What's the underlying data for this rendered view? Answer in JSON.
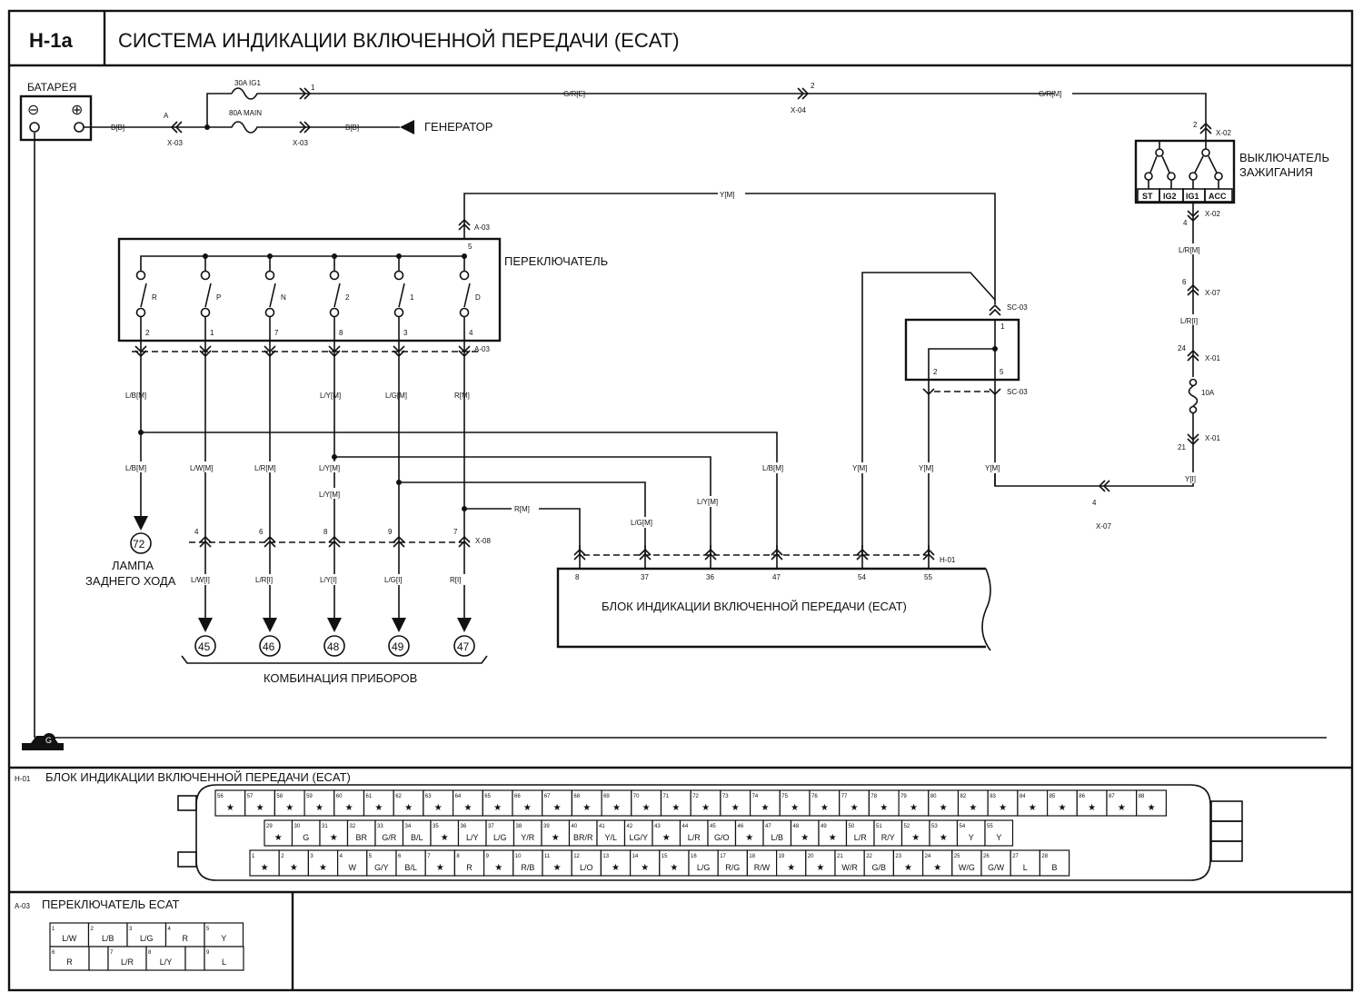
{
  "header": {
    "code": "H-1a",
    "title": "СИСТЕМА ИНДИКАЦИИ ВКЛЮЧЕННОЙ ПЕРЕДАЧИ (ECAT)"
  },
  "power": {
    "battery_label": "БАТАРЕЯ",
    "battery_neg": "⊖",
    "battery_pos": "⊕",
    "wire_bb_1": "B[B]",
    "wire_bb_2": "B[B]",
    "conn_a": "A",
    "conn_x03_1": "X-03",
    "conn_x03_2": "X-03",
    "fuse_ig1": "30A IG1",
    "fuse_main": "80A MAIN",
    "pin_1": "1",
    "generator_label": "ГЕНЕРАТОР",
    "wire_gre": "G/R[E]",
    "pin_2": "2",
    "conn_x04": "X-04",
    "wire_grm": "G/R[M]"
  },
  "ignition": {
    "pin_top": "2",
    "conn_top": "X-02",
    "label_line1": "ВЫКЛЮЧАТЕЛЬ",
    "label_line2": "ЗАЖИГАНИЯ",
    "positions": [
      "ST",
      "IG2",
      "IG1",
      "ACC"
    ],
    "pin_bottom": "4",
    "conn_bottom": "X-02",
    "wire_lrm": "L/R[M]",
    "pin_x07": "6",
    "conn_x07": "X-07",
    "wire_lri": "L/R[I]",
    "pin_x01_a": "24",
    "conn_x01_a": "X-01",
    "fuse_10a": "10A",
    "pin_x01_b": "21",
    "conn_x01_b": "X-01",
    "wire_yi": "Y[I]",
    "pin_x07_b": "4",
    "conn_x07_b": "X-07"
  },
  "switch": {
    "label": "ПЕРЕКЛЮЧАТЕЛЬ",
    "conn_top": "A-03",
    "pin_top": "5",
    "wire_top": "Y[M]",
    "conn_bottom": "A-03",
    "contacts": [
      {
        "name": "R",
        "pin": "2"
      },
      {
        "name": "P",
        "pin": "1"
      },
      {
        "name": "N",
        "pin": "7"
      },
      {
        "name": "2",
        "pin": "8"
      },
      {
        "name": "1",
        "pin": "3"
      },
      {
        "name": "D",
        "pin": "4"
      }
    ],
    "wires_upper": [
      "L/B[M]",
      "",
      "",
      "L/Y[M]",
      "L/G[M]",
      "R[M]"
    ]
  },
  "cluster": {
    "wires_mid": [
      "L/B[M]",
      "L/W[M]",
      "L/R[M]",
      "L/Y[M]",
      "",
      ""
    ],
    "conn_x08": "X-08",
    "pins_x08": [
      "4",
      "6",
      "8",
      "9",
      "7"
    ],
    "wires_lower": [
      "L/W[I]",
      "L/R[I]",
      "L/Y[I]",
      "L/G[I]",
      "R[I]"
    ],
    "refs": [
      "45",
      "46",
      "48",
      "49",
      "47"
    ],
    "label": "КОМБИНАЦИЯ ПРИБОРОВ",
    "lamp_ref": "72",
    "lamp_line1": "ЛАМПА",
    "lamp_line2": "ЗАДНЕГО ХОДА"
  },
  "sensor": {
    "conn_top": "SC-03",
    "conn_bottom": "SC-03",
    "pin_1": "1",
    "pin_2": "2",
    "pin_5": "5"
  },
  "ecat_unit": {
    "label": "БЛОК ИНДИКАЦИИ ВКЛЮЧЕННОЙ ПЕРЕДАЧИ (ECAT)",
    "conn": "H-01",
    "pins": [
      "8",
      "37",
      "36",
      "47",
      "54",
      "55"
    ],
    "wire_rm": "R[M]",
    "wire_lgm": "L/G[M]",
    "wire_lym": "L/Y[M]",
    "wire_lbm": "L/B[M]",
    "wire_ym": [
      "Y[M]",
      "Y[M]",
      "Y[M]"
    ]
  },
  "ground": {
    "label": "G"
  },
  "h01_connector": {
    "code": "H-01",
    "title": "БЛОК ИНДИКАЦИИ ВКЛЮЧЕННОЙ ПЕРЕДАЧИ (ECAT)",
    "row_top": [
      [
        "56",
        "★"
      ],
      [
        "57",
        "★"
      ],
      [
        "58",
        "★"
      ],
      [
        "59",
        "★"
      ],
      [
        "60",
        "★"
      ],
      [
        "61",
        "★"
      ],
      [
        "62",
        "★"
      ],
      [
        "63",
        "★"
      ],
      [
        "64",
        "★"
      ],
      [
        "65",
        "★"
      ],
      [
        "66",
        "★"
      ],
      [
        "67",
        "★"
      ],
      [
        "68",
        "★"
      ],
      [
        "69",
        "★"
      ],
      [
        "70",
        "★"
      ],
      [
        "71",
        "★"
      ],
      [
        "72",
        "★"
      ],
      [
        "73",
        "★"
      ],
      [
        "74",
        "★"
      ],
      [
        "75",
        "★"
      ],
      [
        "76",
        "★"
      ],
      [
        "77",
        "★"
      ],
      [
        "78",
        "★"
      ],
      [
        "79",
        "★"
      ],
      [
        "80",
        "★"
      ],
      [
        "82",
        "★"
      ],
      [
        "83",
        "★"
      ],
      [
        "84",
        "★"
      ],
      [
        "85",
        "★"
      ],
      [
        "86",
        "★"
      ],
      [
        "87",
        "★"
      ],
      [
        "88",
        "★"
      ]
    ],
    "row_mid": [
      [
        "29",
        "★"
      ],
      [
        "30",
        "G"
      ],
      [
        "31",
        "★"
      ],
      [
        "32",
        "BR"
      ],
      [
        "33",
        "G/R"
      ],
      [
        "34",
        "B/L"
      ],
      [
        "35",
        "★"
      ],
      [
        "36",
        "L/Y"
      ],
      [
        "37",
        "L/G"
      ],
      [
        "38",
        "Y/R"
      ],
      [
        "39",
        "★"
      ],
      [
        "40",
        "BR/R"
      ],
      [
        "41",
        "Y/L"
      ],
      [
        "42",
        "LG/Y"
      ],
      [
        "43",
        "★"
      ],
      [
        "44",
        "L/R"
      ],
      [
        "45",
        "G/O"
      ],
      [
        "46",
        "★"
      ],
      [
        "47",
        "L/B"
      ],
      [
        "48",
        "★"
      ],
      [
        "49",
        "★"
      ],
      [
        "50",
        "L/R"
      ],
      [
        "51",
        "R/Y"
      ],
      [
        "52",
        "★"
      ],
      [
        "53",
        "★"
      ],
      [
        "54",
        "Y"
      ],
      [
        "55",
        "Y"
      ]
    ],
    "row_bot": [
      [
        "1",
        "★"
      ],
      [
        "2",
        "★"
      ],
      [
        "3",
        "★"
      ],
      [
        "4",
        "W"
      ],
      [
        "5",
        "G/Y"
      ],
      [
        "6",
        "B/L"
      ],
      [
        "7",
        "★"
      ],
      [
        "8",
        "R"
      ],
      [
        "9",
        "★"
      ],
      [
        "10",
        "R/B"
      ],
      [
        "11",
        "★"
      ],
      [
        "12",
        "L/O"
      ],
      [
        "13",
        "★"
      ],
      [
        "14",
        "★"
      ],
      [
        "15",
        "★"
      ],
      [
        "16",
        "L/G"
      ],
      [
        "17",
        "R/G"
      ],
      [
        "18",
        "R/W"
      ],
      [
        "19",
        "★"
      ],
      [
        "20",
        "★"
      ],
      [
        "21",
        "W/R"
      ],
      [
        "22",
        "G/B"
      ],
      [
        "23",
        "★"
      ],
      [
        "24",
        "★"
      ],
      [
        "25",
        "W/G"
      ],
      [
        "26",
        "G/W"
      ],
      [
        "27",
        "L"
      ],
      [
        "28",
        "B"
      ]
    ]
  },
  "a03_connector": {
    "code": "A-03",
    "title": "ПЕРЕКЛЮЧАТЕЛЬ ECAT",
    "row_top": [
      [
        "1",
        "L/W"
      ],
      [
        "2",
        "L/B"
      ],
      [
        "3",
        "L/G"
      ],
      [
        "4",
        "R"
      ],
      [
        "5",
        "Y"
      ]
    ],
    "row_bot": [
      [
        "6",
        "R"
      ],
      [
        "",
        ""
      ],
      [
        "7",
        "L/R"
      ],
      [
        "8",
        "L/Y"
      ],
      [
        "",
        ""
      ],
      [
        "9",
        "L"
      ]
    ]
  }
}
